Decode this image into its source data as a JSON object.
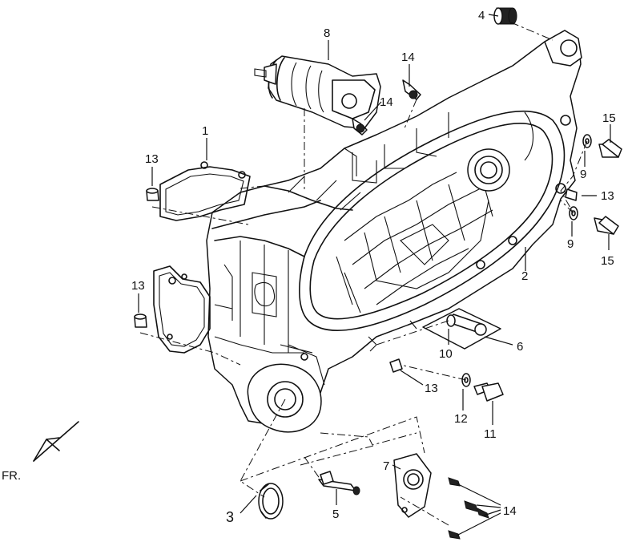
{
  "callouts": [
    "1",
    "2",
    "3",
    "4",
    "5",
    "6",
    "7",
    "8",
    "9",
    "9",
    "10",
    "11",
    "12",
    "13",
    "13",
    "13",
    "13",
    "14",
    "14",
    "14",
    "15",
    "15"
  ],
  "direction_label": "FR."
}
